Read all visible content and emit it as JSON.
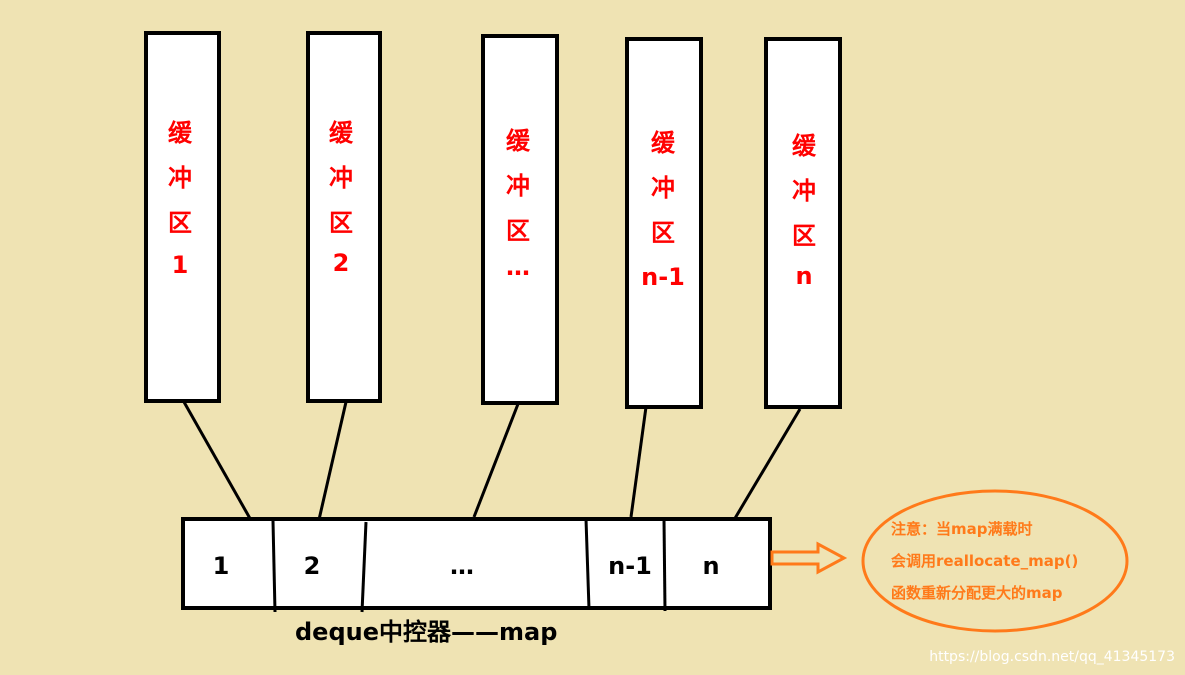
{
  "buffers": [
    {
      "lines": [
        "缓",
        "冲",
        "区",
        "1"
      ]
    },
    {
      "lines": [
        "缓",
        "冲",
        "区",
        "2"
      ]
    },
    {
      "lines": [
        "缓",
        "冲",
        "区",
        "…"
      ]
    },
    {
      "lines": [
        "缓",
        "冲",
        "区",
        "n-1"
      ]
    },
    {
      "lines": [
        "缓",
        "冲",
        "区",
        "n"
      ]
    }
  ],
  "map_cells": [
    "1",
    "2",
    "…",
    "n-1",
    "n"
  ],
  "caption": "deque中控器——map",
  "note": {
    "lines": [
      "注意：当map满载时",
      "会调用reallocate_map()",
      "函数重新分配更大的map"
    ]
  },
  "watermark": "https://blog.csdn.net/qq_41345173",
  "colors": {
    "background": "#efe3b3",
    "buffer_text": "#ff0000",
    "note": "#ff7a1a",
    "outline": "#000000"
  }
}
